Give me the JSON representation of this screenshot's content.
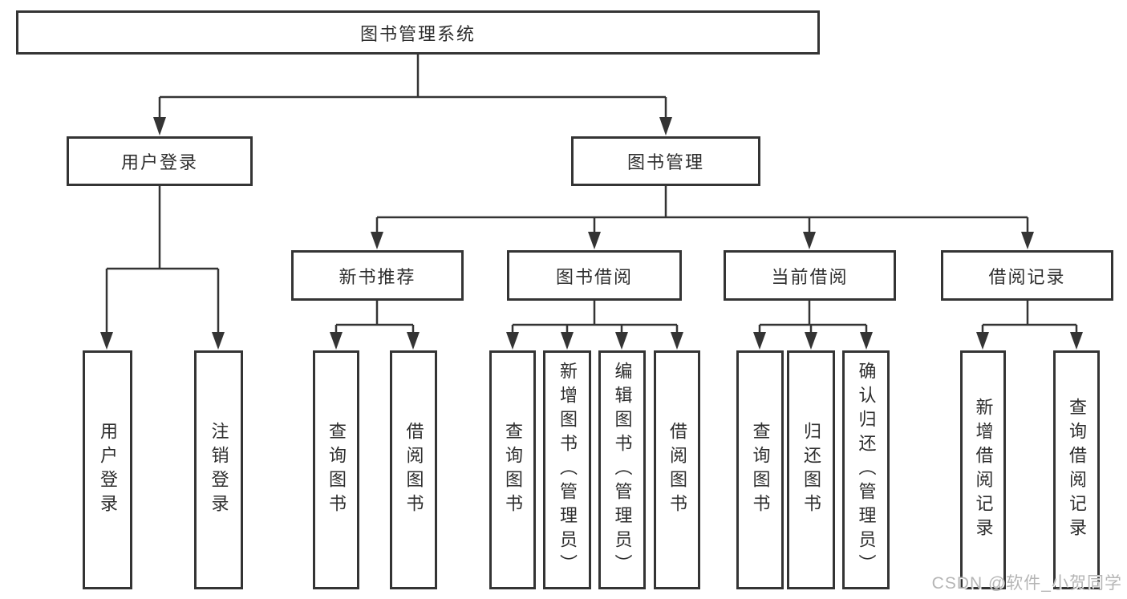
{
  "diagram": {
    "root": "图书管理系统",
    "level2": [
      "用户登录",
      "图书管理"
    ],
    "level3": [
      "新书推荐",
      "图书借阅",
      "当前借阅",
      "借阅记录"
    ],
    "leaves_login": [
      "用户登录",
      "注销登录"
    ],
    "leaves_newbook": [
      "查询图书",
      "借阅图书"
    ],
    "leaves_borrow": [
      "查询图书",
      "新增图书（管理员）",
      "编辑图书（管理员）",
      "借阅图书"
    ],
    "leaves_current": [
      "查询图书",
      "归还图书",
      "确认归还（管理员）"
    ],
    "leaves_records": [
      "新增借阅记录",
      "查询借阅记录"
    ]
  },
  "colors": {
    "line": "#343434",
    "box_border": "#343434",
    "text": "#2e2e2e",
    "watermark": "#b5b5b5",
    "background": "#ffffff"
  },
  "watermark": "CSDN @软件_小贺同学"
}
